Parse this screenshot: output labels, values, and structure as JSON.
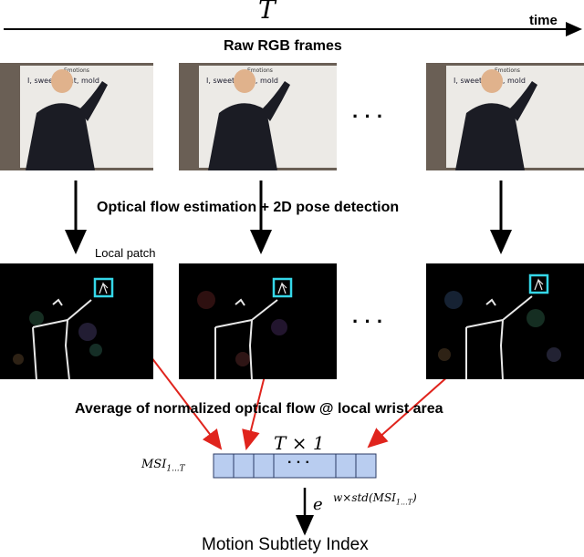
{
  "timeline": {
    "symbol": "T",
    "label": "time"
  },
  "stages": {
    "raw": "Raw RGB frames",
    "estimation": "Optical flow estimation + 2D pose detection",
    "patch": "Local patch",
    "average": "Average of normalized optical flow @ local wrist area"
  },
  "whiteboard": {
    "title": "Emotions",
    "line1": "I, sweety, eat, mold"
  },
  "ellipsis": "·  ·  ·",
  "vector": {
    "size_label": "T × 1",
    "msi_label": "MSI",
    "msi_sub": "1...T",
    "dots": "· · ·",
    "cell_color": "#b9cdf0"
  },
  "transform": {
    "base": "e",
    "exponent": "w×std(MSI",
    "exp_sub": "1...T",
    "exp_tail": ")"
  },
  "output": "Motion Subtlety Index",
  "colors": {
    "arrow_red": "#e0241d",
    "patch_box": "#35d7e8"
  }
}
